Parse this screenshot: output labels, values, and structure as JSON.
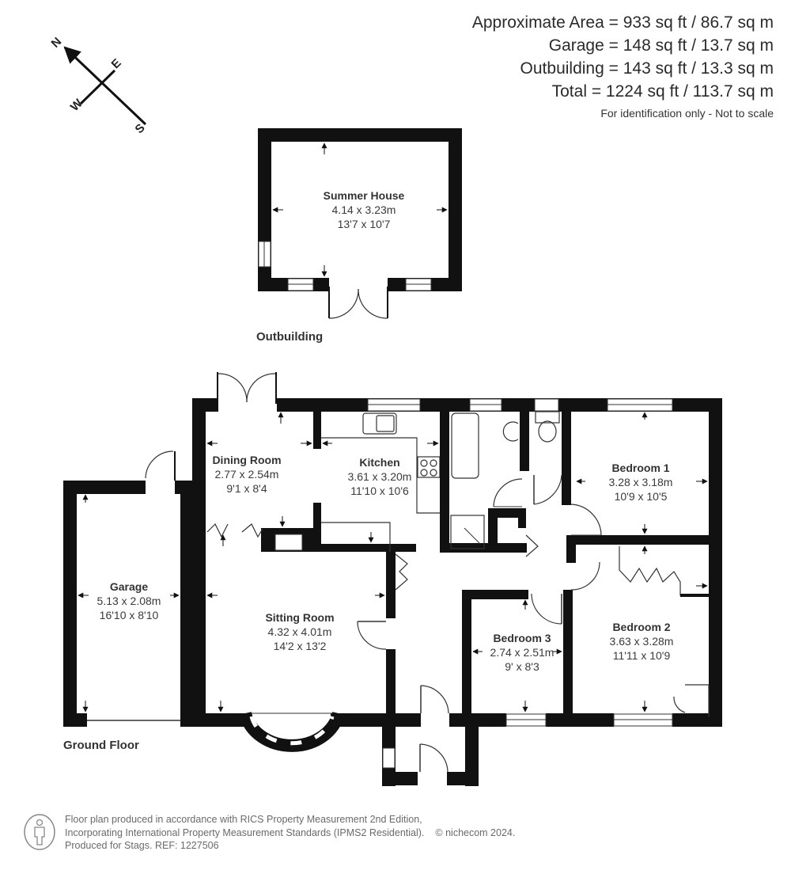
{
  "areas": {
    "approximate": "Approximate Area = 933 sq ft / 86.7 sq m",
    "garage": "Garage = 148 sq ft / 13.7 sq m",
    "outbuilding": "Outbuilding = 143 sq ft / 13.3 sq m",
    "total": "Total = 1224 sq ft / 113.7 sq m",
    "note": "For identification only - Not to scale"
  },
  "compass": {
    "n": "N",
    "e": "E",
    "s": "S",
    "w": "W"
  },
  "sections": {
    "outbuilding": "Outbuilding",
    "ground_floor": "Ground Floor"
  },
  "rooms": {
    "summer_house": {
      "name": "Summer House",
      "metric": "4.14 x 3.23m",
      "imperial": "13'7 x 10'7"
    },
    "dining_room": {
      "name": "Dining Room",
      "metric": "2.77 x 2.54m",
      "imperial": "9'1 x 8'4"
    },
    "kitchen": {
      "name": "Kitchen",
      "metric": "3.61 x 3.20m",
      "imperial": "11'10 x 10'6"
    },
    "bedroom_1": {
      "name": "Bedroom 1",
      "metric": "3.28 x 3.18m",
      "imperial": "10'9 x 10'5"
    },
    "garage": {
      "name": "Garage",
      "metric": "5.13 x 2.08m",
      "imperial": "16'10 x 8'10"
    },
    "sitting_room": {
      "name": "Sitting Room",
      "metric": "4.32 x 4.01m",
      "imperial": "14'2 x 13'2"
    },
    "bedroom_3": {
      "name": "Bedroom 3",
      "metric": "2.74 x 2.51m",
      "imperial": "9' x 8'3"
    },
    "bedroom_2": {
      "name": "Bedroom 2",
      "metric": "3.63 x 3.28m",
      "imperial": "11'11 x 10'9"
    }
  },
  "footer": {
    "line1": "Floor plan produced in accordance with RICS Property Measurement 2nd Edition,",
    "line2": "Incorporating International Property Measurement Standards (IPMS2 Residential).",
    "copyright": "© nichecom 2024.",
    "line3": "Produced for Stags.   REF: 1227506"
  }
}
